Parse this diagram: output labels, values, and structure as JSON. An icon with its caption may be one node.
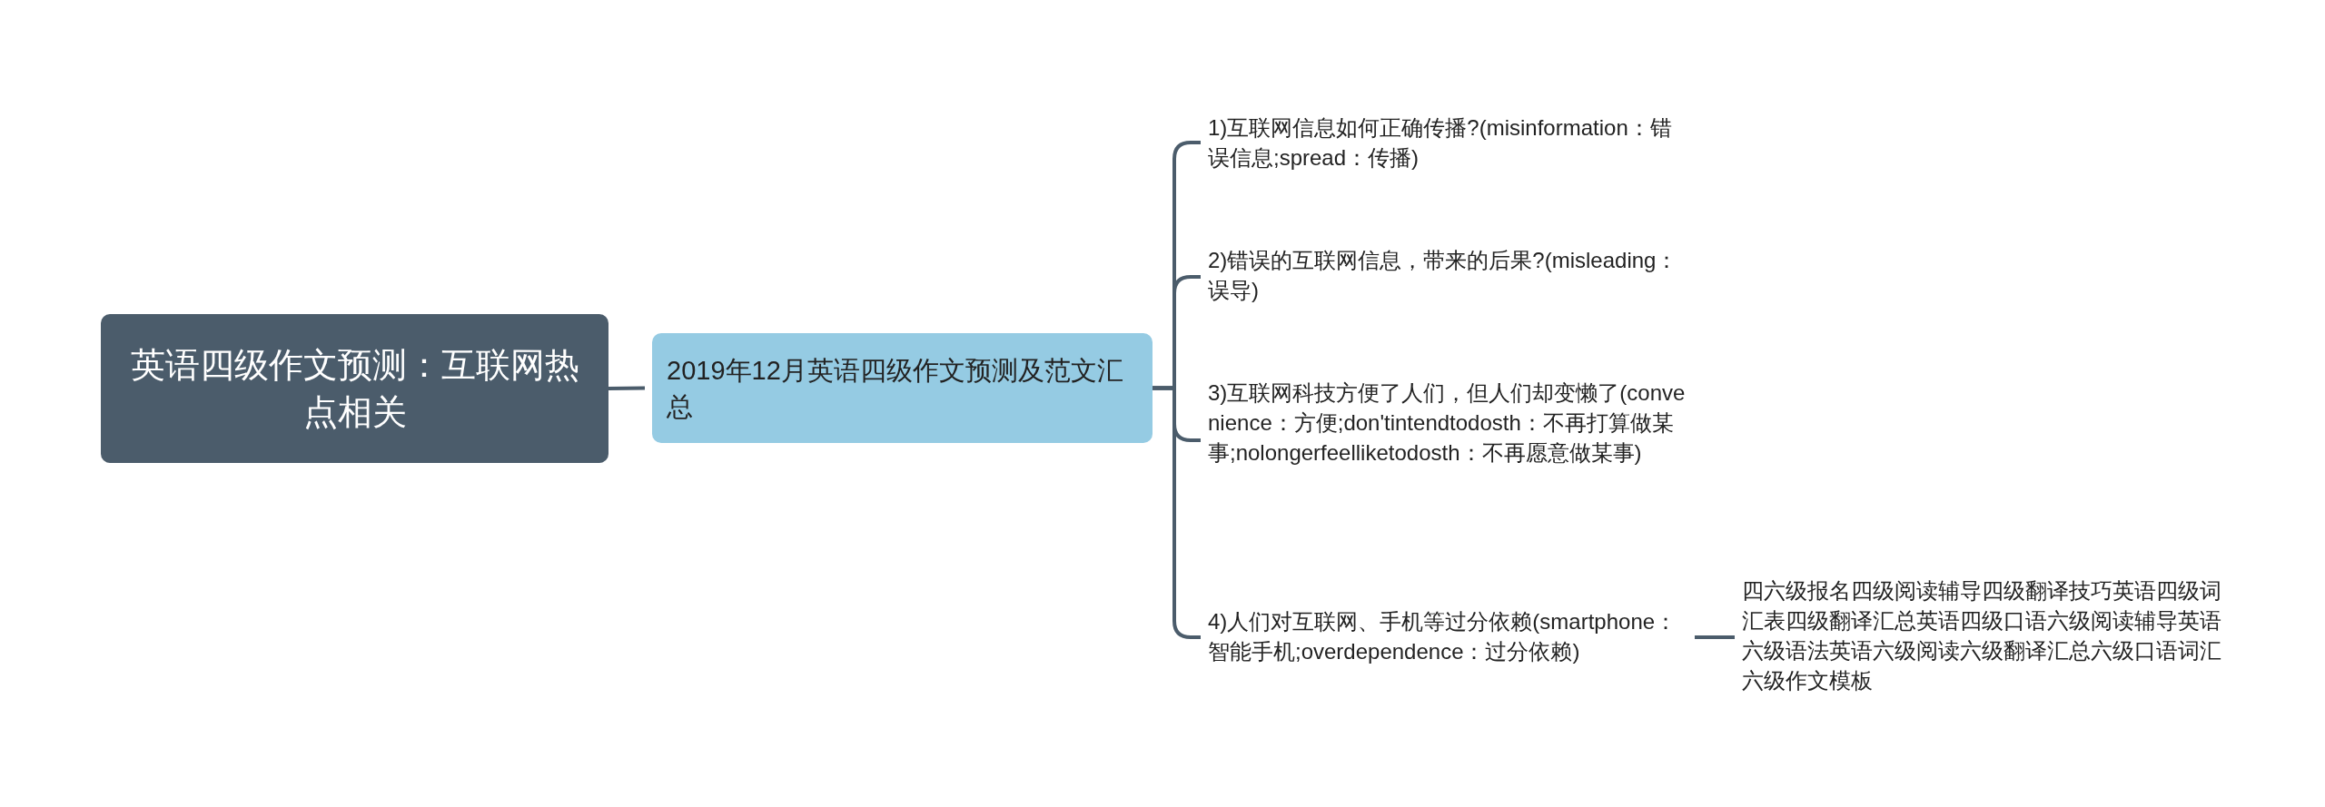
{
  "diagram": {
    "nodes": [
      {
        "text": [
          "英语四级作文预测：互联网热点相关"
        ]
      },
      {
        "text": [
          "2019年12月英语四级作文预测及范文汇总"
        ]
      },
      {
        "text": [
          "1)互联网信息如何正确传播?(misinformation：错误信息;spread：传播)"
        ]
      },
      {
        "text": [
          "2)错误的互联网信息，带来的后果?(misleading：误导)"
        ]
      },
      {
        "text": [
          "3)互联网科技方便了人们，但人们却变懒了(convenience：方便;don'tintendtodosth：不再打算做某事;nolongerfeelliketodosth：不再愿意做某事)"
        ]
      },
      {
        "text": [
          "4)人们对互联网、手机等过分依赖(smartphone：智能手机;overdependence：过分依赖)"
        ]
      },
      {
        "text": [
          "四六级报名四级阅读辅导四级翻译技巧英语四级词汇表四级翻译汇总英语四级口语六级阅读辅导英语六级语法英语六级阅读六级翻译汇总六级口语词汇六级作文模板"
        ]
      }
    ],
    "edges": [
      {
        "from": 0,
        "to": 1,
        "arrow": "none"
      },
      {
        "from": 1,
        "to": 2,
        "arrow": "none"
      },
      {
        "from": 1,
        "to": 3,
        "arrow": "none"
      },
      {
        "from": 1,
        "to": 4,
        "arrow": "none"
      },
      {
        "from": 1,
        "to": 5,
        "arrow": "none"
      },
      {
        "from": 5,
        "to": 6,
        "arrow": "none"
      }
    ]
  }
}
